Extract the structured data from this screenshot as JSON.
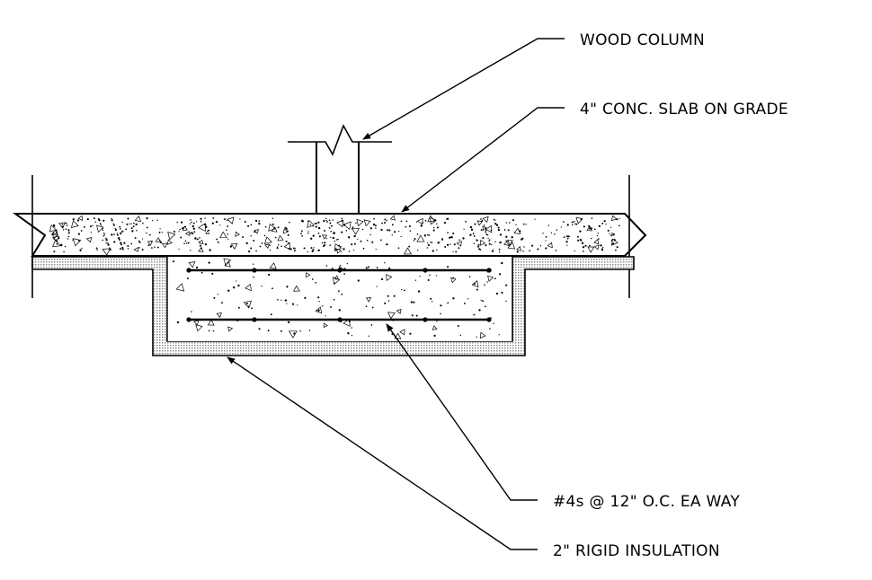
{
  "drawing": {
    "labels": {
      "wood_column": "WOOD COLUMN",
      "slab": "4\" CONC. SLAB ON GRADE",
      "rebar": "#4s @ 12\" O.C. EA WAY",
      "insulation": "2\" RIGID INSULATION"
    },
    "colors": {
      "line": "#000000",
      "insulation_fill": "#d8d8d8",
      "background": "#ffffff"
    }
  }
}
